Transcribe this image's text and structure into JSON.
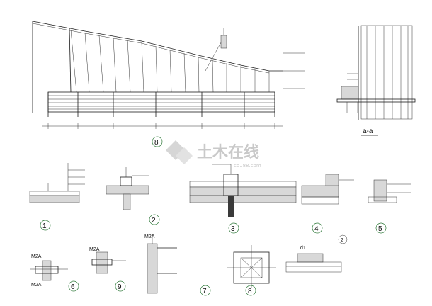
{
  "watermark": {
    "title": "土木在线",
    "subtitle": "co188.com"
  },
  "section_title": "a-a",
  "detail_numbers": [
    "8",
    "1",
    "2",
    "3",
    "4",
    "5",
    "6",
    "9",
    "7",
    "8"
  ],
  "detail_marks": {
    "m2a_left": "M2A",
    "m2a_mid": "M2A",
    "m2a_right": "M2A",
    "m2a_low": "M2A"
  },
  "callout_marker": "2",
  "callout_tag": "d1"
}
